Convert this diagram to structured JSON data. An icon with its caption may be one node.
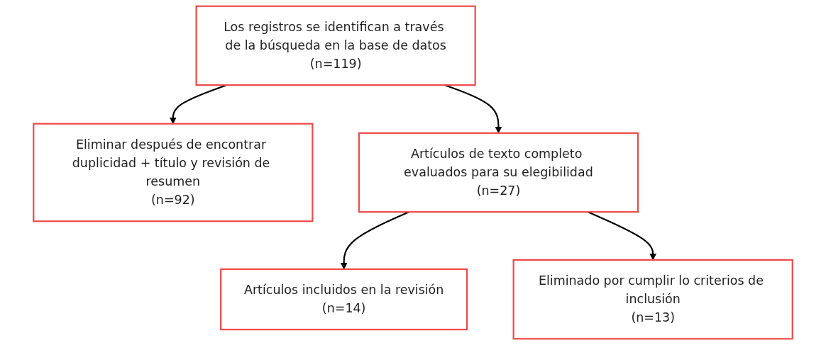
{
  "diagram": {
    "nodes": [
      {
        "text": [
          "Los registros se identifican a través de la búsqueda en la base de datos",
          "(n=119)"
        ]
      },
      {
        "text": [
          "Eliminar después de encontrar duplicidad + título y revisión de resumen",
          "(n=92)"
        ]
      },
      {
        "text": [
          "Artículos de texto completo evaluados para su elegibilidad",
          "(n=27)"
        ]
      },
      {
        "text": [
          "Eliminado por cumplir lo criterios de inclusión",
          "(n=13)"
        ]
      },
      {
        "text": [
          "Artículos incluidos en la revisión",
          "(n=14)"
        ]
      }
    ],
    "edges": [
      {
        "from": 0,
        "to": 2,
        "arrow": "to"
      },
      {
        "from": 0,
        "to": 1,
        "arrow": "to"
      },
      {
        "from": 2,
        "to": 4,
        "arrow": "to"
      },
      {
        "from": 2,
        "to": 3,
        "arrow": "to"
      }
    ]
  }
}
